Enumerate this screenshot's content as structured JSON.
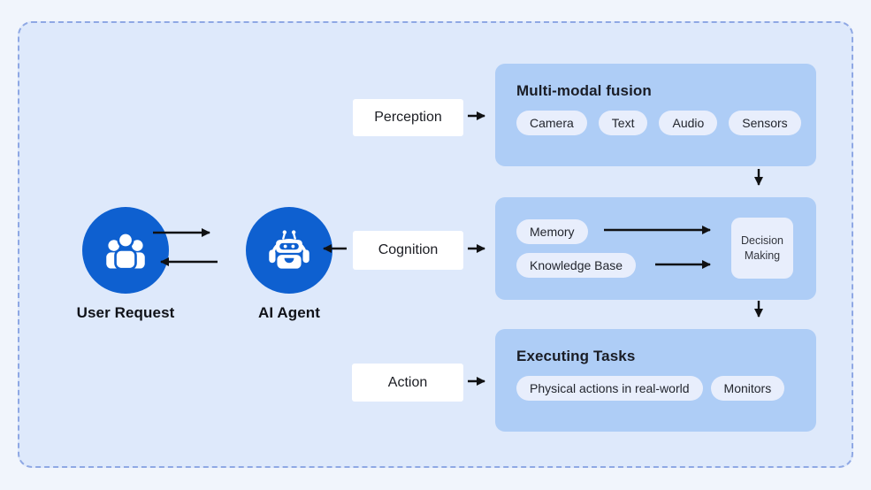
{
  "board": {
    "actors": {
      "user": {
        "label": "User Request",
        "icon": "users-icon"
      },
      "agent": {
        "label": "AI Agent",
        "icon": "robot-icon"
      }
    },
    "stages": {
      "perception": {
        "label": "Perception"
      },
      "cognition": {
        "label": "Cognition"
      },
      "action": {
        "label": "Action"
      }
    },
    "panels": {
      "perception": {
        "title": "Multi-modal fusion",
        "chips": [
          "Camera",
          "Text",
          "Audio",
          "Sensors"
        ]
      },
      "cognition": {
        "chips": [
          "Memory",
          "Knowledge Base"
        ],
        "decision": "Decision Making"
      },
      "action": {
        "title": "Executing Tasks",
        "chips": [
          "Physical actions in real-world",
          "Monitors"
        ]
      }
    },
    "colors": {
      "canvas_bg": "#f1f5fc",
      "board_bg": "#dee9fb",
      "board_border": "#8fa8e4",
      "panel_bg": "#aecdf6",
      "chip_bg": "#e8eefc",
      "actor_circle": "#0e60d0",
      "arrow": "#101113",
      "stage_bg": "#ffffff"
    }
  }
}
